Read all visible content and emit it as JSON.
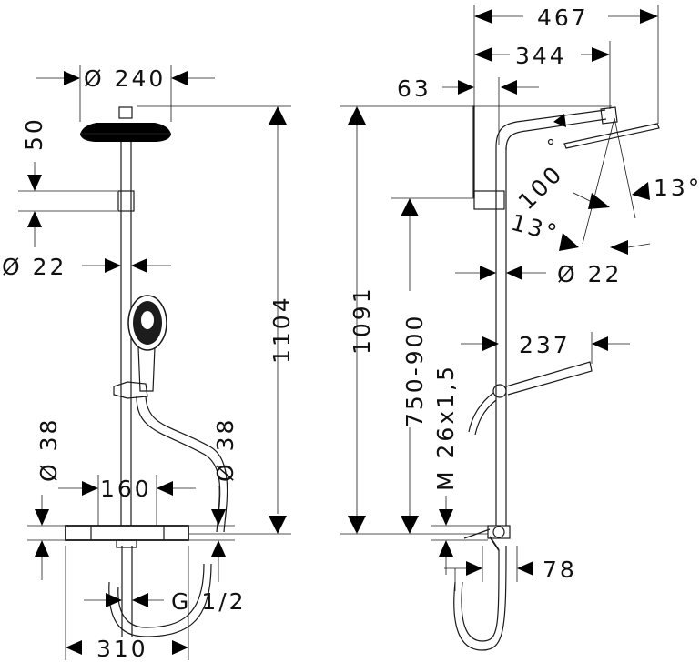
{
  "colors": {
    "line": "#1a1a1a",
    "arrow": "#000000",
    "background": "#ffffff"
  },
  "front_view": {
    "head_diameter": "Ø 240",
    "head_height": "50",
    "pipe_diameter": "Ø 22",
    "total_height": "1104",
    "connection_left": "Ø 38",
    "connection_right": "Ø 38",
    "thermostat_spacing": "160",
    "inlet_thread": "G 1/2",
    "thermostat_width": "310"
  },
  "side_view": {
    "overall_projection": "467",
    "arm_projection": "344",
    "wall_offset": "63",
    "arm_bend": "100",
    "head_tilt_upper": "13°",
    "head_tilt_lower": "13°",
    "pipe_diameter": "Ø 22",
    "height": "1091",
    "adjustable_range": "750-900",
    "holder_thread": "M 26x1,5",
    "hand_shower_length": "237",
    "wall_depth": "78"
  }
}
